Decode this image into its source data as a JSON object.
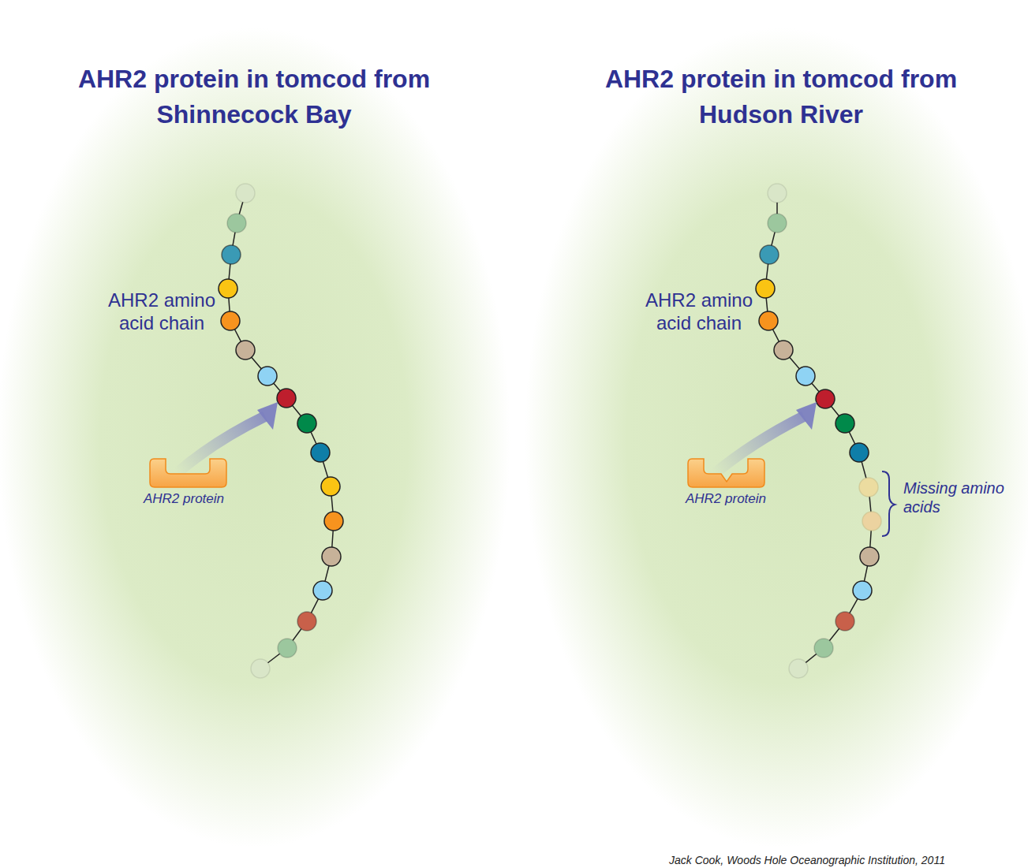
{
  "diagram": {
    "caption": "Jack Cook, Woods Hole Oceanographic Institution, 2011",
    "nodes": [
      {
        "text": [
          "AHR2 protein in tomcod from Shinnecock Bay",
          "AHR2 amino acid chain",
          "AHR2 protein"
        ]
      },
      {
        "text": [
          "AHR2 protein in tomcod from Hudson River",
          "AHR2 amino acid chain",
          "AHR2 protein",
          "Missing amino acids"
        ]
      }
    ]
  }
}
